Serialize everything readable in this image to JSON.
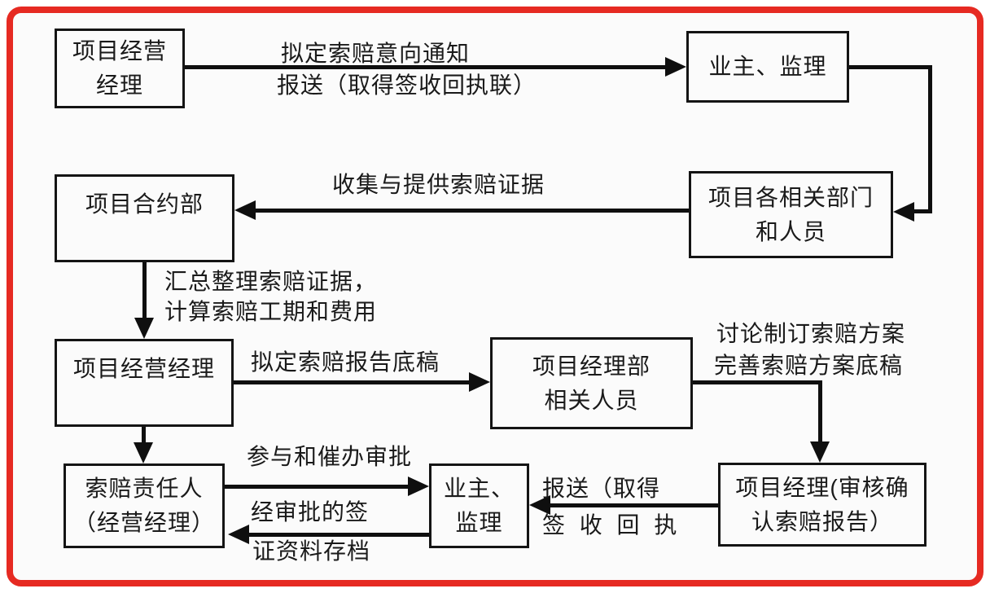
{
  "frame": {
    "border_color": "#e62a22",
    "background_color": "#fbfbfb",
    "line_color": "#0f0f0f"
  },
  "diagram": {
    "nodes": {
      "project_ops_manager_top": {
        "l1": "项目经营",
        "l2": "经理"
      },
      "owner_supervisor_top": {
        "l1": "业主、监理"
      },
      "contract_dept": {
        "l1": "项目合约部"
      },
      "related_depts": {
        "l1": "项目各相关部门",
        "l2": "和人员"
      },
      "project_ops_manager_mid": {
        "l1": "项目经营经理"
      },
      "pm_dept_staff": {
        "l1": "项目经理部",
        "l2": "相关人员"
      },
      "claim_responsible": {
        "l1": "索赔责任人",
        "l2": "（经营经理）"
      },
      "owner_supervisor_bottom": {
        "l1": "业主、",
        "l2": "监理"
      },
      "pm_review": {
        "l1": "项目经理(审核确",
        "l2": "认索赔报告）"
      }
    },
    "labels": {
      "intent_notice_l1": "拟定索赔意向通知",
      "intent_notice_l2": "报送（取得签收回执联）",
      "collect_evidence": "收集与提供索赔证据",
      "summarize_l1": "汇总整理索赔证据，",
      "summarize_l2": "计算索赔工期和费用",
      "draft_report": "拟定索赔报告底稿",
      "discuss_plan_l1": "讨论制订索赔方案",
      "discuss_plan_l2": "完善索赔方案底稿",
      "participate_approval": "参与和催办审批",
      "approved_archive_l1": "经审批的签",
      "approved_archive_l2": "证资料存档",
      "submit_receipt_l1": "报送（取得",
      "submit_receipt_l2": "签 收 回 执"
    }
  }
}
